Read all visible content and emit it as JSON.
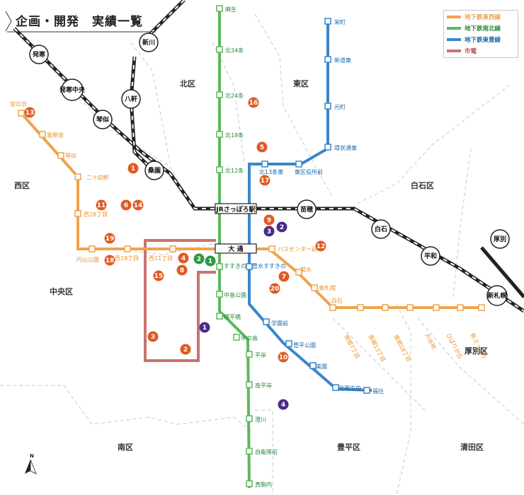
{
  "title": "企画・開発　実績一覧",
  "legend": [
    {
      "label": "地下鉄東西線",
      "color": "#f0a34a"
    },
    {
      "label": "地下鉄南北線",
      "color": "#5cb85c"
    },
    {
      "label": "地下鉄東豊線",
      "color": "#3a86c8"
    },
    {
      "label": "市電",
      "color": "#c8746e"
    }
  ],
  "wards": [
    "北区",
    "東区",
    "西区",
    "白石区",
    "中央区",
    "厚別区",
    "南区",
    "豊平区",
    "清田区"
  ],
  "major_stations": {
    "sapporo": "JRさっぽろ駅",
    "odori": "大 通"
  },
  "jr_stations": [
    "発寒",
    "発寒中央",
    "琴似",
    "八軒",
    "新川",
    "桑園",
    "苗穂",
    "白石",
    "平和",
    "厚別",
    "新札幌"
  ],
  "tozai_stations": [
    "宮の沢",
    "発寒南",
    "琴似",
    "二十四軒",
    "西28丁目",
    "円山公園",
    "西18丁目",
    "西11丁目",
    "バスセンター前",
    "菊水",
    "東札幌",
    "白石",
    "南郷7丁目",
    "南郷13丁目",
    "南郷18丁目",
    "大谷地",
    "ひばりが丘",
    "新さっぽろ"
  ],
  "namboku_stations": [
    "麻生",
    "北34条",
    "北24条",
    "北18条",
    "北12条",
    "すすきの",
    "中島公園",
    "幌平橋",
    "中の島",
    "平岸",
    "南平岸",
    "澄川",
    "自衛隊前",
    "真駒内"
  ],
  "toho_stations": [
    "栄町",
    "新道東",
    "元町",
    "環状通東",
    "北13条東",
    "東区役所前",
    "豊水すすきの",
    "学園前",
    "豊平公園",
    "美園",
    "月寒中央",
    "福住"
  ],
  "projects_orange": [
    "1",
    "2",
    "3",
    "4",
    "5",
    "6",
    "7",
    "8",
    "9",
    "10",
    "11",
    "12",
    "13",
    "14",
    "15",
    "16",
    "17",
    "18",
    "19",
    "20"
  ],
  "projects_green": [
    "1",
    "2"
  ],
  "projects_purple": [
    "1",
    "2",
    "3",
    "4"
  ],
  "compass": "N"
}
